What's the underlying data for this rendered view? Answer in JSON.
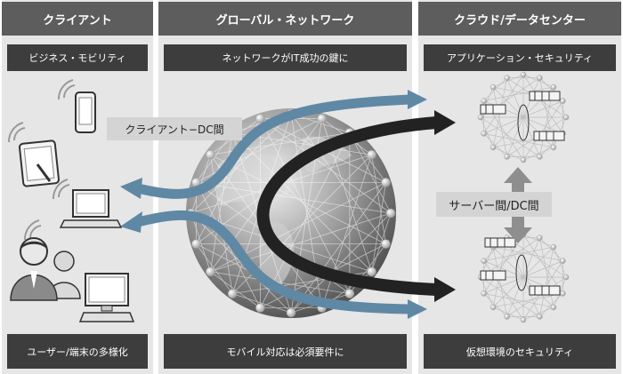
{
  "columns": [
    {
      "title": "クライアント",
      "subtitle": "ビジネス・モビリティ",
      "footer": "ユーザー/端末の多様化"
    },
    {
      "title": "グローバル・ネットワーク",
      "subtitle": "ネットワークがIT成功の鍵に",
      "footer": "モバイル対応は必須要件に"
    },
    {
      "title": "クラウド/データセンター",
      "subtitle": "アプリケーション・セキュリティ",
      "footer": "仮想環境のセキュリティ"
    }
  ],
  "labels": {
    "client_dc": "クライアント−DC間",
    "server_server": "サーバー間/DC間"
  },
  "colors": {
    "header_bg": "#5d5d5d",
    "band_bg": "#3d3d3d",
    "column_bg": "#e6e6e6",
    "blue_arrow": "#5f88a5",
    "black_arrow": "#222222"
  },
  "icons": [
    "smartphone-icon",
    "tablet-icon",
    "laptop-icon",
    "users-icon",
    "desktop-computer-icon",
    "globe-icon",
    "server-mesh-icon",
    "wifi-icon"
  ]
}
